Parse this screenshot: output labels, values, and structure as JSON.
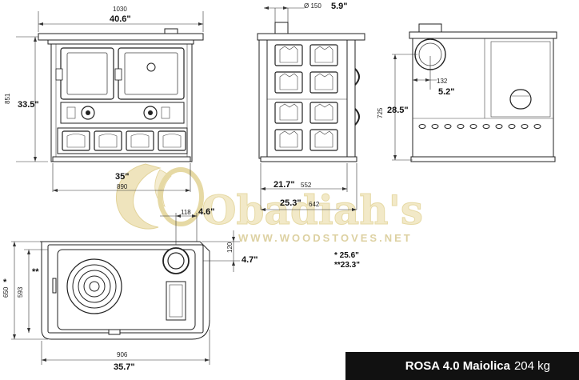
{
  "watermark": {
    "brand": "Obadiah's",
    "url": "WWW.WOODSTOVES.NET"
  },
  "caption": {
    "model": "ROSA 4.0 Maiolica",
    "weight": "204 kg"
  },
  "front_view": {
    "overall_width_mm": "1030",
    "overall_width_in": "40.6\"",
    "height_mm": "851",
    "height_in": "33.5\"",
    "base_width_in": "35\"",
    "base_width_mm": "890"
  },
  "side_view": {
    "flue_diameter": "Ø 150",
    "flue_diameter_in": "5.9\"",
    "depth_in": "21.7\"",
    "depth_mm": "552",
    "overall_depth_in": "25.3\"",
    "overall_depth_mm": "642"
  },
  "back_view": {
    "flue_height_mm": "725",
    "flue_height_in": "28.5\"",
    "flue_offset_mm": "132",
    "flue_offset_in": "5.2\""
  },
  "top_view": {
    "flue_from_side_mm": "118",
    "flue_from_side_in": "4.6\"",
    "flue_from_back_mm": "120",
    "flue_from_back_in": "4.7\"",
    "depth_total_mm": "650",
    "depth_total_mark": "*",
    "depth_body_mm": "593",
    "depth_body_mark": "**",
    "width_mm": "906",
    "width_in": "35.7\"",
    "note_star": "* 25.6\"",
    "note_double_star": "**23.3\""
  }
}
